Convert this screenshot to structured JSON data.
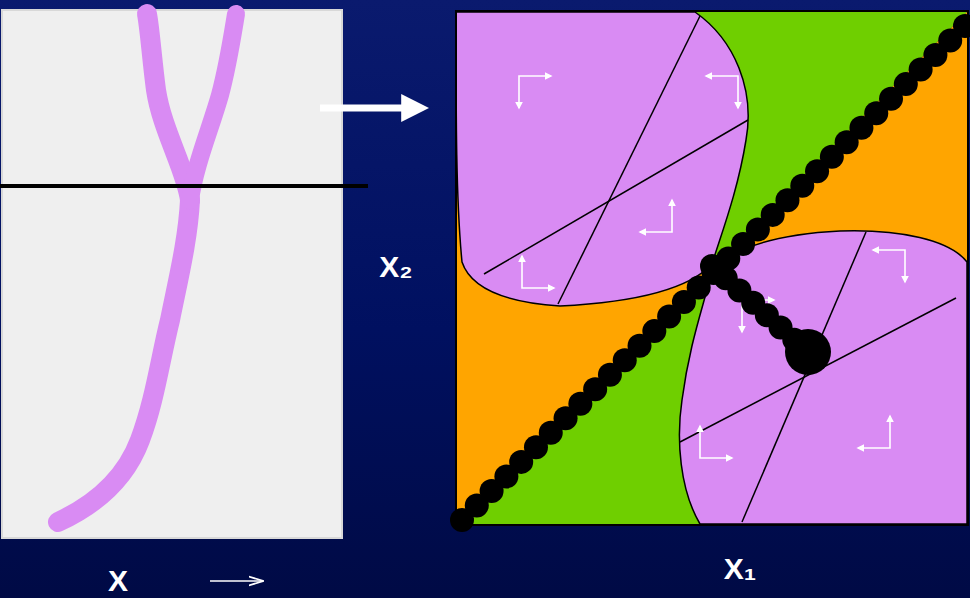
{
  "diagram": {
    "labels": [
      "X",
      "X₂",
      "X₁"
    ]
  }
}
